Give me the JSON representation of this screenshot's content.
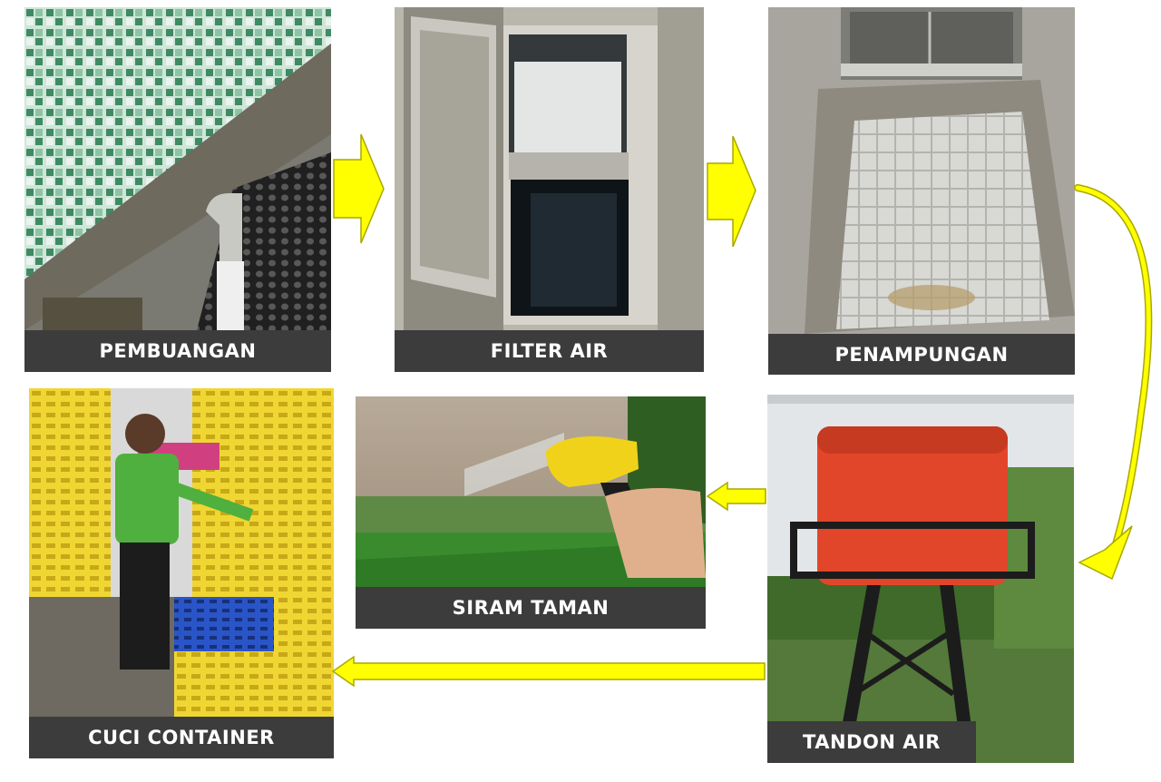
{
  "steps": {
    "pembuangan": {
      "label": "PEMBUANGAN"
    },
    "filter_air": {
      "label": "FILTER AIR"
    },
    "penampungan": {
      "label": "PENAMPUNGAN"
    },
    "tandon_air": {
      "label": "TANDON AIR"
    },
    "siram_taman": {
      "label": "SIRAM TAMAN"
    },
    "cuci_container": {
      "label": "CUCI CONTAINER"
    }
  },
  "colors": {
    "arrow_fill": "#ffff00",
    "arrow_stroke": "#a8a800",
    "caption_bg": "#3c3c3c",
    "caption_text": "#ffffff"
  }
}
